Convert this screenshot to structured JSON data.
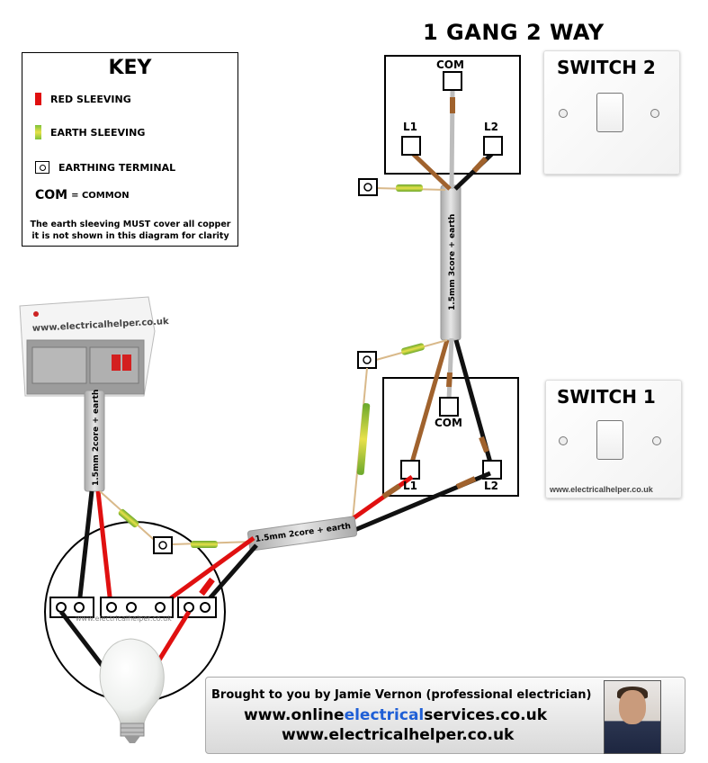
{
  "title": "1 GANG 2 WAY",
  "key": {
    "title": "KEY",
    "red_sleeving": "RED SLEEVING",
    "earth_sleeving": "EARTH SLEEVING",
    "earthing_terminal": "EARTHING TERMINAL",
    "com_abbrev": "COM",
    "com_meaning": "= COMMON",
    "note_line1": "The earth sleeving MUST cover all copper",
    "note_line2": "it is not shown in this diagram for clarity"
  },
  "switch2": {
    "label": "SWITCH 2",
    "terminals": {
      "com": "COM",
      "l1": "L1",
      "l2": "L2"
    }
  },
  "switch1": {
    "label": "SWITCH 1",
    "terminals": {
      "com": "COM",
      "l1": "L1",
      "l2": "L2"
    },
    "watermark": "www.electricalhelper.co.uk"
  },
  "cables": {
    "three_core": "1.5mm 3core + earth",
    "two_core_vertical": "1.5mm 2core + earth",
    "two_core_horizontal": "1.5mm 2core + earth"
  },
  "consumer_unit_watermark": "www.electricalhelper.co.uk",
  "ceiling_rose_watermark": "www.electricalhelper.co.uk",
  "credit": {
    "line1": "Brought to you by Jamie Vernon (professional electrician)",
    "url1_a": "www.online",
    "url1_b": "electrical",
    "url1_c": "services.co.uk",
    "url2": "www.electricalhelper.co.uk"
  },
  "colors": {
    "live_red": "#e01010",
    "black": "#111111",
    "brown": "#a0622d",
    "earth_sleeve": "#8bc34a",
    "cable_grey": "#c7c7c7",
    "link_blue": "#1f5fd6"
  }
}
